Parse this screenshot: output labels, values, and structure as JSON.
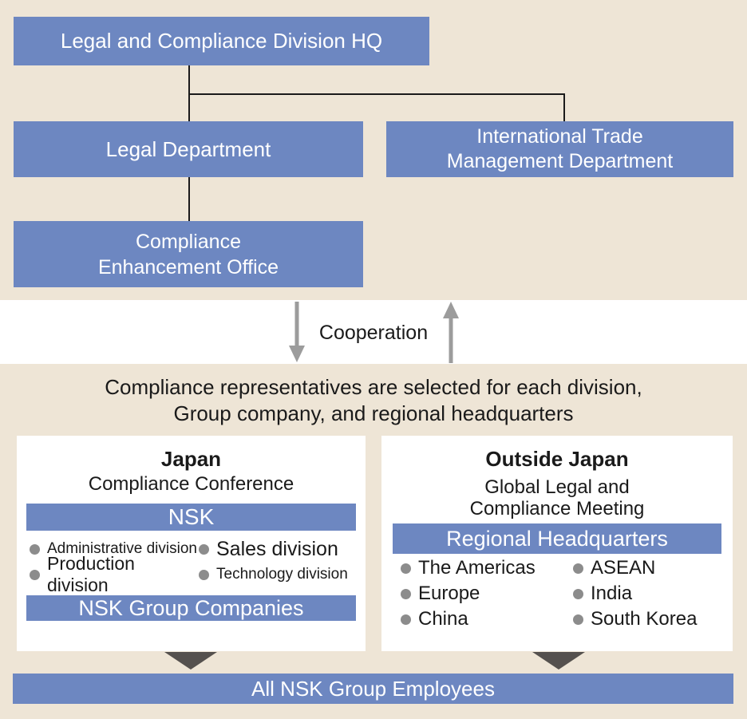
{
  "colors": {
    "background": "#EEE5D6",
    "box_blue": "#6D87C1",
    "band_white": "#FFFFFF",
    "connector_black": "#1A1A1A",
    "arrow_gray": "#9C9C9C",
    "triangle_gray": "#55514E",
    "bullet_gray": "#8C8C8C"
  },
  "org": {
    "hq": "Legal and Compliance Division HQ",
    "legal": "Legal Department",
    "international": {
      "line1": "International Trade",
      "line2": "Management Department"
    },
    "enhancement": {
      "line1": "Compliance",
      "line2": "Enhancement Office"
    }
  },
  "cooperation": {
    "label": "Cooperation"
  },
  "note": {
    "line1": "Compliance representatives are selected for each division,",
    "line2": "Group company, and regional headquarters"
  },
  "japan": {
    "title": "Japan",
    "subtitle": "Compliance Conference",
    "bar_top": "NSK",
    "bullets": [
      "Administrative division",
      "Sales division",
      "Production division",
      "Technology division"
    ],
    "bar_bottom": "NSK Group Companies"
  },
  "outside": {
    "title": "Outside Japan",
    "subtitle": {
      "line1": "Global Legal and",
      "line2": "Compliance Meeting"
    },
    "bar": "Regional Headquarters",
    "bullets": [
      "The Americas",
      "ASEAN",
      "Europe",
      "India",
      "China",
      "South Korea"
    ]
  },
  "footer": {
    "label": "All NSK Group Employees"
  }
}
